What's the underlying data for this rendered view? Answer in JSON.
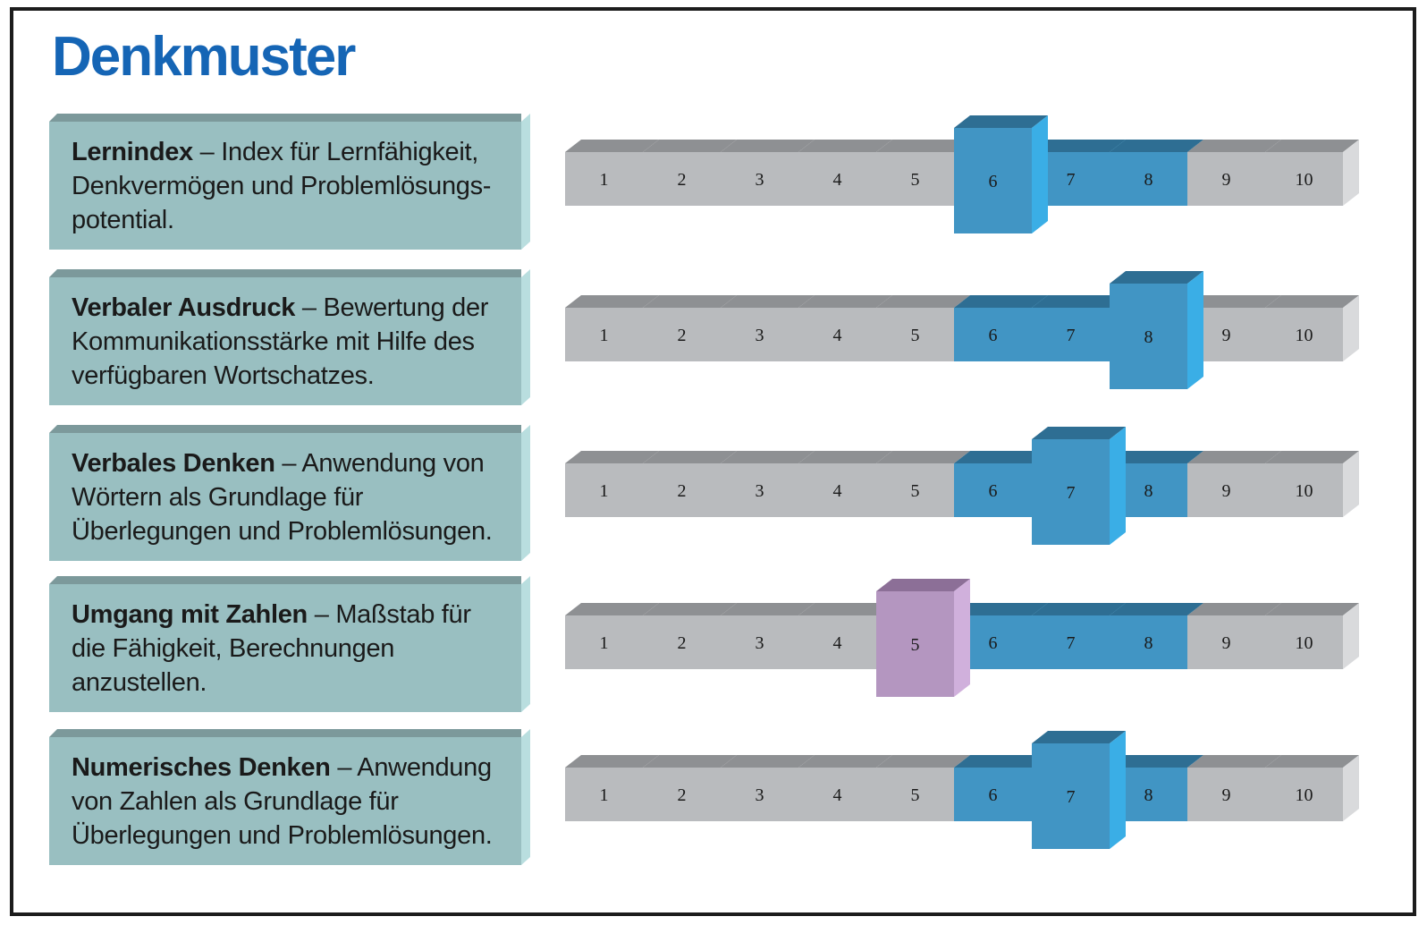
{
  "page": {
    "title": "Denkmuster"
  },
  "colors": {
    "title": "#1565b5",
    "label_box": "#99bfc1",
    "cell_grey": "#b9bbbe",
    "cell_blue": "#4195c4",
    "cell_purple": "#b496c0"
  },
  "chart_data": {
    "type": "table",
    "scale_min": 1,
    "scale_max": 10,
    "scale_labels": [
      "1",
      "2",
      "3",
      "4",
      "5",
      "6",
      "7",
      "8",
      "9",
      "10"
    ],
    "rows": [
      {
        "name_bold": "Lernindex",
        "description": " – Index für Lernfähigkeit, Denkvermögen und Problemlösungs-potential.",
        "score": 6,
        "range": [
          6,
          8
        ],
        "marker_color": "blue"
      },
      {
        "name_bold": "Verbaler Ausdruck",
        "description": " – Bewertung der Kommunikationsstärke mit Hilfe des verfügbaren Wortschatzes.",
        "score": 8,
        "range": [
          6,
          8
        ],
        "marker_color": "blue"
      },
      {
        "name_bold": "Verbales Denken",
        "description": " – Anwendung von Wörtern als Grundlage für Überlegungen und Problemlösungen.",
        "score": 7,
        "range": [
          6,
          8
        ],
        "marker_color": "blue"
      },
      {
        "name_bold": "Umgang mit Zahlen",
        "description": " – Maßstab für die Fähigkeit, Berechnungen anzustellen.",
        "score": 5,
        "range": [
          6,
          8
        ],
        "marker_color": "purple"
      },
      {
        "name_bold": "Numerisches Denken",
        "description": " – Anwendung von Zahlen als Grundlage für Überlegungen und Problemlösungen.",
        "score": 7,
        "range": [
          6,
          8
        ],
        "marker_color": "blue"
      }
    ]
  }
}
